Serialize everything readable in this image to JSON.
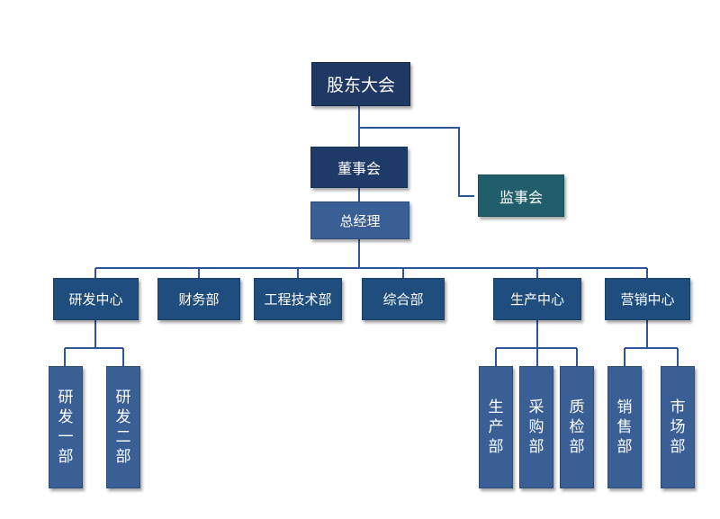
{
  "org_chart": {
    "shareholders": "股东大会",
    "board": "董事会",
    "supervisors": "监事会",
    "gm": "总经理",
    "departments": [
      "研发中心",
      "财务部",
      "工程技术部",
      "综合部",
      "生产中心",
      "营销中心"
    ],
    "rd_subs": [
      "研发一部",
      "研发二部"
    ],
    "production_subs": [
      "生产部",
      "采购部",
      "质检部"
    ],
    "marketing_subs": [
      "销售部",
      "市场部"
    ]
  },
  "colors": {
    "line": "#2e5597",
    "dark": "#1f3864",
    "mid": "#1f4e7e",
    "light": "#3a5f94",
    "teal": "#215e6c"
  }
}
